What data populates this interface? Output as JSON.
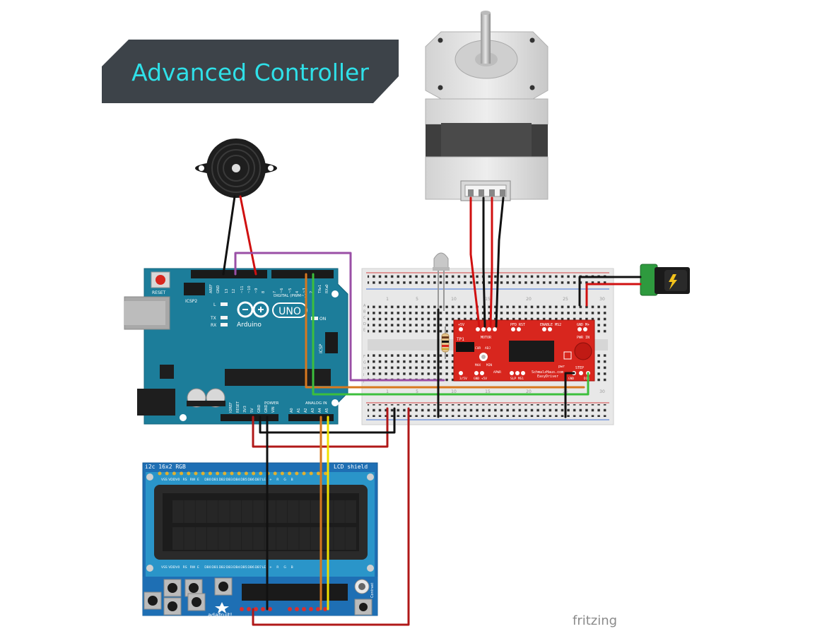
{
  "title": "Advanced Controller",
  "watermark": "fritzing",
  "arduino": {
    "reset_label": "RESET",
    "icsp2_label": "ICSP2",
    "l_label": "L",
    "tx_label": "TX",
    "rx_label": "RX",
    "on_label": "ON",
    "icsp_label": "ICSP",
    "brand": "Arduino",
    "model": "UNO",
    "digital_label": "DIGITAL (PWM~)",
    "power_label": "POWER",
    "analog_label": "ANALOG IN",
    "top_pins": [
      "AREF",
      "GND",
      "13",
      "12",
      "~11",
      "~10",
      "~9",
      "8",
      "7",
      "~6",
      "~5",
      "4",
      "~3",
      "2",
      "TX▸1",
      "RX◂0"
    ],
    "power_pins": [
      "IOREF",
      "RESET",
      "3V3",
      "5V",
      "GND",
      "GND",
      "VIN"
    ],
    "analog_pins": [
      "A0",
      "A1",
      "A2",
      "A3",
      "A4",
      "A5"
    ]
  },
  "breadboard": {
    "col_numbers": [
      "1",
      "5",
      "10",
      "15",
      "20",
      "25",
      "30"
    ],
    "row_letters": [
      "A",
      "B",
      "C",
      "D",
      "E",
      "F",
      "G",
      "H",
      "I",
      "J"
    ]
  },
  "easydriver": {
    "pins_top": [
      "+5V",
      "MOTOR",
      "PFD RST",
      "ENABLE MS2",
      "GND M+",
      "PWR IN"
    ],
    "tp1": "TP1",
    "labels_mid": [
      "CUR",
      "ADJ",
      "MAX",
      "MIN",
      "APWR"
    ],
    "brand_line1": "SchmalzHaus.com",
    "brand_line2": "EasyDriver",
    "pins_bottom": [
      "3/5V",
      "GND +5V",
      "APWR",
      "SLP MS1",
      "GND",
      "STEP",
      "DIR"
    ],
    "pwr_label": "pwr",
    "step_label": "STEP"
  },
  "lcd": {
    "label_left": "i2c 16x2 RGB",
    "label_right": "LCD shield",
    "pin_labels": [
      "VSS",
      "VDD",
      "V0",
      "RS",
      "RW",
      "E",
      "DB0",
      "DB1",
      "DB2",
      "DB3",
      "DB4",
      "DB5",
      "DB6",
      "DB7",
      "LED",
      "+",
      "R",
      "G",
      "B"
    ],
    "brand": "adafruit!",
    "contrast": "Contrast",
    "columns": 16,
    "rows": 2
  },
  "colors": {
    "title_bg": "#3d4349",
    "title_text": "#2fe0e8",
    "arduino_board": "#1c7d9a",
    "breadboard": "#e8e8e8",
    "easydriver_board": "#d8261e",
    "lcd_board": "#1e6fb4",
    "wire_red": "#d01010",
    "wire_black": "#111111",
    "wire_purple": "#9a4fa6",
    "wire_orange": "#d8781e",
    "wire_green": "#3cbf3c",
    "wire_yellow": "#f0e000",
    "wire_darkred": "#b01818"
  }
}
